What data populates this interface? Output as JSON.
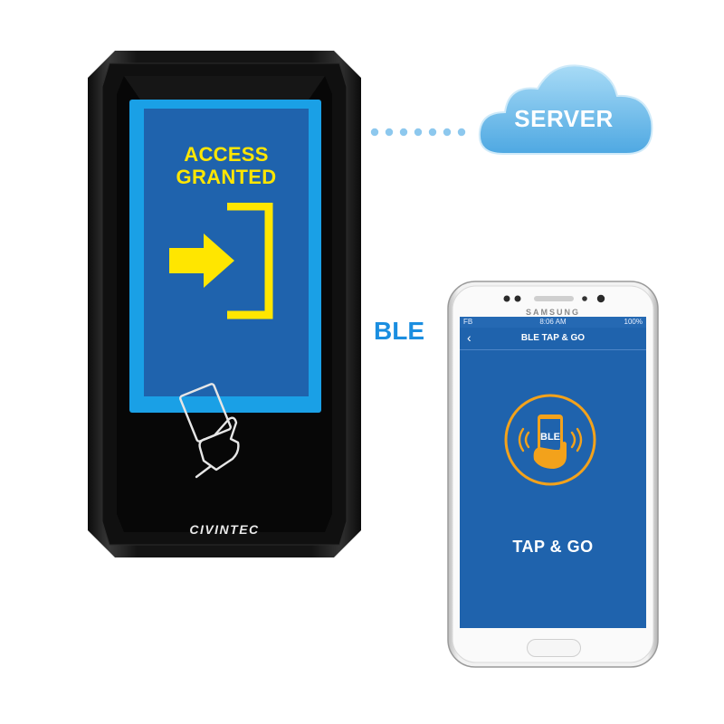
{
  "reader": {
    "screen_line1": "ACCESS",
    "screen_line2": "GRANTED",
    "brand": "CIVINTEC"
  },
  "cloud": {
    "label": "SERVER"
  },
  "connection": {
    "label": "BLE"
  },
  "phone": {
    "brand": "SAMSUNG",
    "status": {
      "left": "FB",
      "time": "8:06 AM",
      "battery": "100%"
    },
    "app_title": "BLE TAP & GO",
    "back_glyph": "‹",
    "badge_text": "BLE",
    "action_text": "TAP & GO"
  },
  "colors": {
    "screen_frame": "#1aa0e6",
    "screen_fill": "#1f63ad",
    "access_yellow": "#ffe600",
    "ble_blue": "#1b8ee0",
    "cloud_blue": "#6bbbe8",
    "badge_orange": "#f3a21b"
  }
}
